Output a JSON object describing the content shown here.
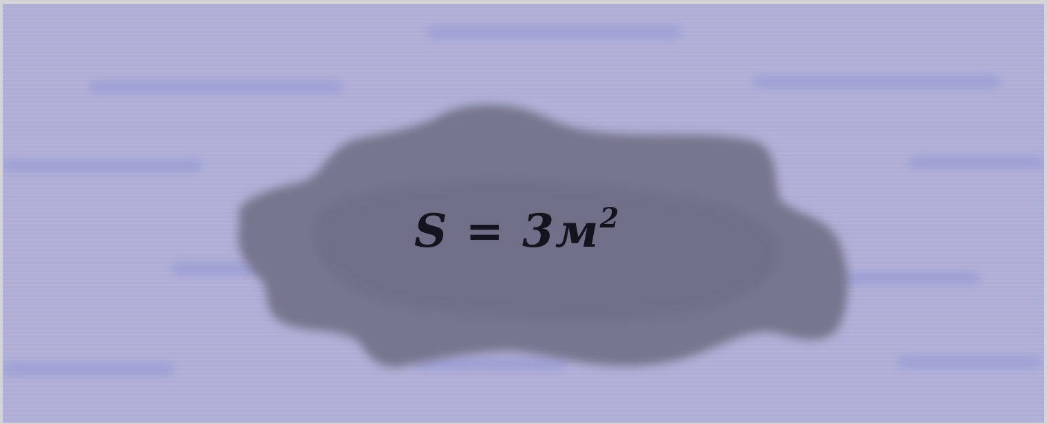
{
  "formula": {
    "lhs": "S",
    "equals": "=",
    "value": "3",
    "unit": "м",
    "exponent": "2"
  },
  "colors": {
    "background": "#aeaed6",
    "puddle": "#76768e",
    "ripple": "#9d9dd6",
    "text": "#141420"
  }
}
